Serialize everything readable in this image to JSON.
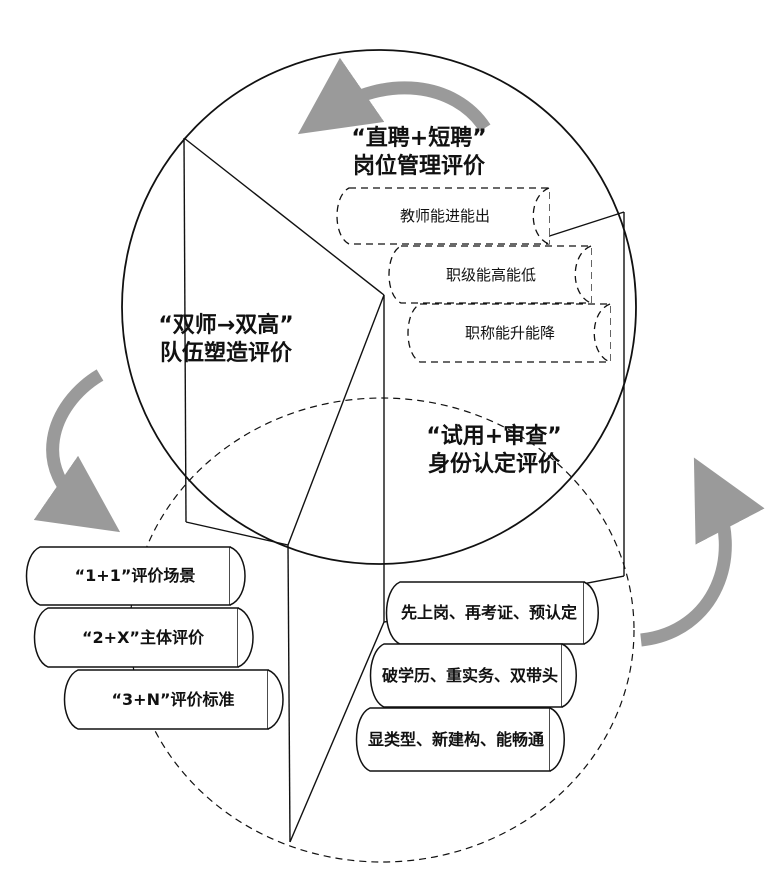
{
  "colors": {
    "line": "#111111",
    "arrow": "#9a9a9a",
    "background": "#ffffff"
  },
  "headings": {
    "post_management": {
      "line1": "“直聘+短聘”",
      "line2": "岗位管理评价"
    },
    "team_building": {
      "line1": "“双师→双高”",
      "line2": "队伍塑造评价"
    },
    "identity": {
      "line1": "“试用+审查”",
      "line2": "身份认定评价"
    }
  },
  "post_scrolls": [
    "教师能进能出",
    "职级能高能低",
    "职称能升能降"
  ],
  "team_scrolls": [
    "“1+1”评价场景",
    "“2+X”主体评价",
    "“3+N”评价标准"
  ],
  "identity_scrolls": [
    "先上岗、再考证、预认定",
    "破学历、重实务、双带头",
    "显类型、新建构、能畅通"
  ],
  "icons": {
    "cycle_arrow": "curved-arrow-icon"
  }
}
